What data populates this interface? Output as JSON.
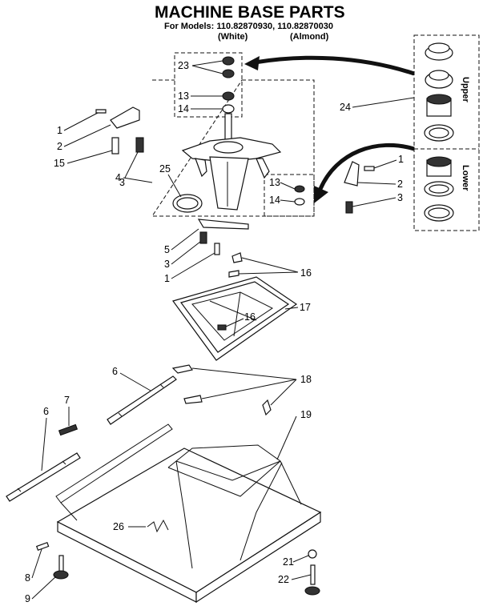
{
  "header": {
    "title": "MACHINE BASE PARTS",
    "models_line": "For Models: 110.82870930, 110.82870030",
    "color_white": "(White)",
    "color_almond": "(Almond)"
  },
  "inset": {
    "upper_label": "Upper",
    "lower_label": "Lower"
  },
  "callouts": {
    "c23": "23",
    "c13a": "13",
    "c14a": "14",
    "c24": "24",
    "c1a": "1",
    "c2a": "2",
    "c15": "15",
    "c3a": "3",
    "c4": "4",
    "c25": "25",
    "c1b": "1",
    "c2b": "2",
    "c3b": "3",
    "c13b": "13",
    "c14b": "14",
    "c5": "5",
    "c3c": "3",
    "c1c": "1",
    "c16a": "16",
    "c16b": "16",
    "c17": "17",
    "c6a": "6",
    "c18": "18",
    "c7": "7",
    "c6b": "6",
    "c19": "19",
    "c26": "26",
    "c21": "21",
    "c22": "22",
    "c8": "8",
    "c9": "9"
  }
}
